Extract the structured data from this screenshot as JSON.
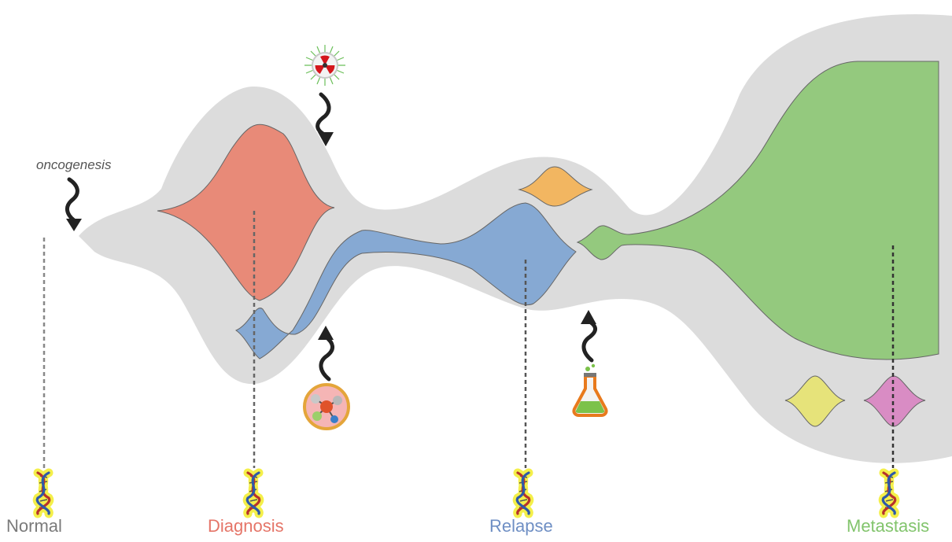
{
  "annotation": {
    "oncogenesis": "oncogenesis"
  },
  "stages": {
    "normal": "Normal",
    "diagnosis": "Diagnosis",
    "relapse": "Relapse",
    "metastasis": "Metastasis"
  },
  "colors": {
    "normal_label": "#7a7a7a",
    "diagnosis_label": "#e57568",
    "relapse_label": "#6f8fc4",
    "metastasis_label": "#82c46c",
    "tumor_background": "#dcdcdc",
    "clone_red": "#e88a78",
    "clone_blue": "#86a9d3",
    "clone_orange": "#f2b661",
    "clone_green": "#94c97e",
    "clone_yellow": "#e6e37a",
    "clone_pink": "#d98cc4"
  },
  "icons": {
    "genome": "dna-icon",
    "radiation": "radiation-icon",
    "chemotherapy": "molecule-icon",
    "targeted_drug": "flask-icon"
  }
}
